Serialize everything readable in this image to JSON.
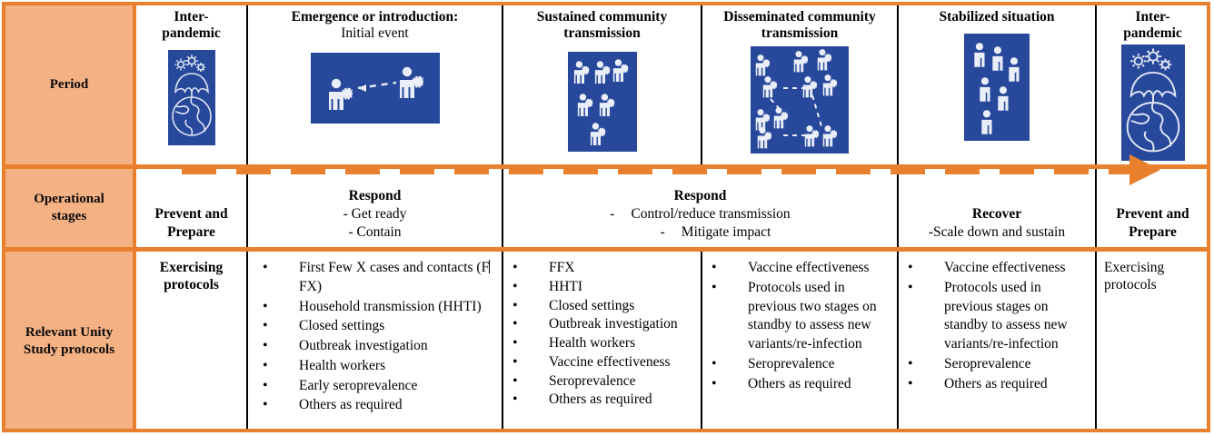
{
  "figure": {
    "theme_colors": {
      "orange_border": "#E8802E",
      "orange_fill": "#F4B183",
      "icon_blue": "#27489B",
      "text": "#000000"
    }
  },
  "row_labels": {
    "period": "Period",
    "operational_stages": "Operational\nstages",
    "protocols": "Relevant Unity\nStudy protocols"
  },
  "periods": [
    {
      "id": "inter-pandemic-start",
      "title": "Inter-\npandemic",
      "subtitle": "",
      "icon": "umbrella-globe-virus-icon"
    },
    {
      "id": "emergence",
      "title": "Emergence or introduction:",
      "subtitle": "Initial event",
      "icon": "two-people-transmission-arrow-icon"
    },
    {
      "id": "sustained-community-transmission",
      "title": "Sustained community\ntransmission",
      "subtitle": "",
      "icon": "six-infected-people-icon"
    },
    {
      "id": "disseminated-community-transmission",
      "title": "Disseminated community\ntransmission",
      "subtitle": "",
      "icon": "network-infected-people-icon"
    },
    {
      "id": "stabilized-situation",
      "title": "Stabilized situation",
      "subtitle": "",
      "icon": "six-healthy-people-icon"
    },
    {
      "id": "inter-pandemic-end",
      "title": "Inter-\npandemic",
      "subtitle": "",
      "icon": "umbrella-globe-virus-icon"
    }
  ],
  "stages": [
    {
      "id": "prevent-and-prepare-start",
      "head": "Prevent and\nPrepare",
      "lines": []
    },
    {
      "id": "respond-get-ready-contain",
      "head": "Respond",
      "lines": [
        "- Get ready",
        "- Contain"
      ]
    },
    {
      "id": "respond-control-mitigate",
      "head": "Respond",
      "lines_marked": [
        {
          "dash": "-",
          "text": "Control/reduce transmission"
        },
        {
          "dash": "-",
          "text": "Mitigate impact"
        }
      ]
    },
    {
      "id": "recover",
      "head": "Recover",
      "lines": [
        "-Scale down and sustain"
      ]
    },
    {
      "id": "prevent-and-prepare-end",
      "head": "Prevent and\nPrepare",
      "lines": []
    }
  ],
  "protocols": [
    {
      "id": "col-inter-pandemic-start",
      "style": "centered-bold",
      "text": "Exercising\nprotocols"
    },
    {
      "id": "col-emergence",
      "style": "bullets",
      "items": [
        "First Few X cases and contacts (FFX)",
        "Household transmission (HHTI)",
        "Closed settings",
        "Outbreak investigation",
        "Health workers",
        "Early seroprevalence",
        "Others as required"
      ]
    },
    {
      "id": "col-sustained",
      "style": "bullets",
      "items": [
        "FFX",
        "HHTI",
        "Closed settings",
        "Outbreak investigation",
        "Health workers",
        "Vaccine effectiveness",
        "Seroprevalence",
        "Others as required"
      ]
    },
    {
      "id": "col-disseminated",
      "style": "bullets",
      "items": [
        "Vaccine effectiveness",
        "Protocols used in previous two stages on standby to assess new variants/re-infection",
        "Seroprevalence",
        "Others as required"
      ]
    },
    {
      "id": "col-stabilized",
      "style": "bullets",
      "items": [
        "Vaccine effectiveness",
        "Protocols used in previous stages on standby to assess new variants/re-infection",
        "Seroprevalence",
        "Others as required"
      ]
    },
    {
      "id": "col-inter-pandemic-end",
      "style": "plain",
      "text": "Exercising\nprotocols"
    }
  ],
  "arrow": {
    "name": "dashed-timeline-arrow",
    "direction": "left-to-right",
    "color": "#E8802E"
  }
}
